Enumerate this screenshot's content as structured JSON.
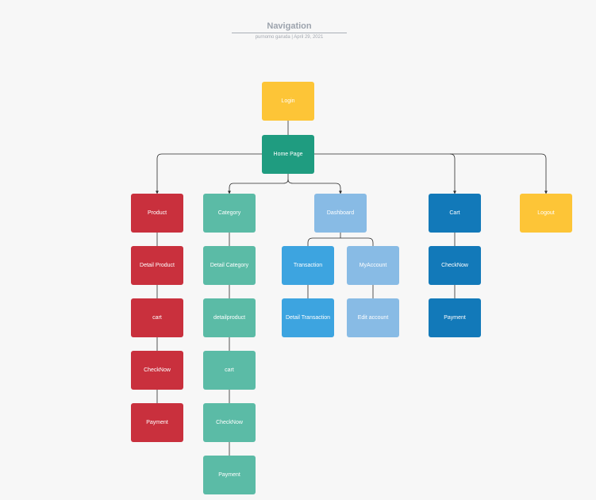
{
  "header": {
    "title": "Navigation",
    "subtitle": "purnomo garuda  |  April 29, 2021"
  },
  "colors": {
    "yellow": "#fdc537",
    "teal_dark": "#1f9c80",
    "red": "#c9303d",
    "teal": "#5bbba6",
    "light_blue": "#88bbe5",
    "blue": "#3da4e0",
    "dark_blue": "#1279b9",
    "connector": "#2b2b2b"
  },
  "nodes": {
    "login": "Login",
    "home": "Home Page",
    "product": "Product",
    "detail_product": "Detail Product",
    "product_cart": "cart",
    "product_checknow": "CheckNow",
    "product_payment": "Payment",
    "category": "Category",
    "detail_category": "Detail Category",
    "detailproduct": "detailproduct",
    "category_cart": "cart",
    "category_checknow": "CheckNow",
    "category_payment": "Payment",
    "dashboard": "Dashboard",
    "transaction": "Transaction",
    "detail_transaction": "Detail Transaction",
    "myaccount": "MyAccount",
    "edit_account": "Edit account",
    "cart": "Cart",
    "cart_checknow": "CheckNow",
    "cart_payment": "Payment",
    "logout": "Logout"
  }
}
